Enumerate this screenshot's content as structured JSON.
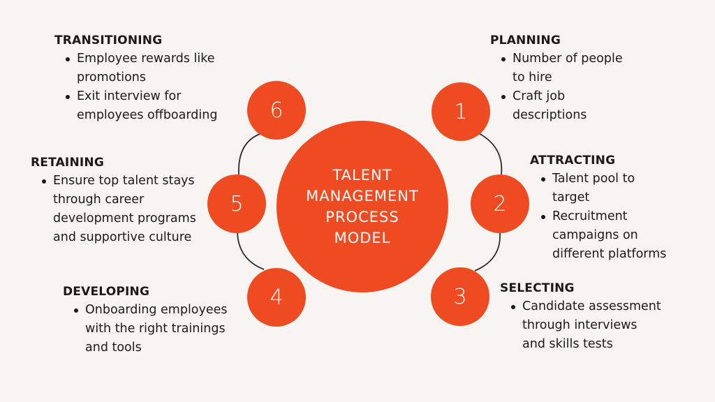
{
  "title": {
    "lines": [
      "TALENT",
      "MANAGEMENT",
      "PROCESS",
      "MODEL"
    ]
  },
  "colors": {
    "accent": "#ef4b22",
    "background": "#f8f4f1",
    "text": "#1a1a1a",
    "connector": "#2a2a2a"
  },
  "steps": [
    {
      "number": "1",
      "heading": "PLANNING",
      "bullets": [
        "Number of people to  hire",
        "Craft job descriptions"
      ]
    },
    {
      "number": "2",
      "heading": "ATTRACTING",
      "bullets": [
        "Talent pool to target",
        "Recruitment campaigns on different platforms"
      ]
    },
    {
      "number": "3",
      "heading": "SELECTING",
      "bullets": [
        "Candidate assessment through interviews and skills tests"
      ]
    },
    {
      "number": "4",
      "heading": "DEVELOPING",
      "bullets": [
        "Onboarding employees with the right trainings and tools"
      ]
    },
    {
      "number": "5",
      "heading": "RETAINING",
      "bullets": [
        "Ensure top talent stays through career development programs and supportive culture"
      ]
    },
    {
      "number": "6",
      "heading": "TRANSITIONING",
      "bullets": [
        "Employee rewards like promotions",
        "Exit interview for employees offboarding"
      ]
    }
  ]
}
